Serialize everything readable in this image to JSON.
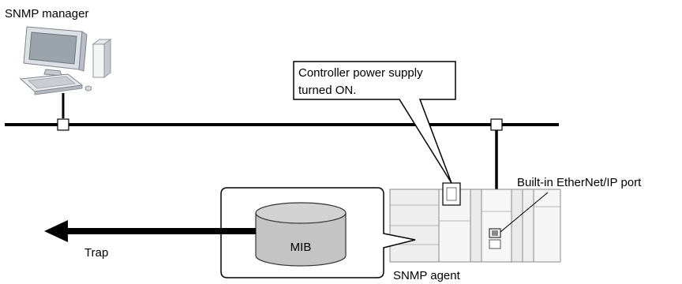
{
  "labels": {
    "manager": "SNMP manager",
    "callout_line1": "Controller power supply",
    "callout_line2": "turned ON.",
    "port": "Built-in EtherNet/IP port",
    "mib": "MIB",
    "trap": "Trap",
    "agent": "SNMP agent"
  },
  "colors": {
    "line": "#000000",
    "cylinder_fill": "#c4c4c4",
    "monitor_fill": "#dcdfe3",
    "screen_fill": "#9ba3ab",
    "plc_fill": "#f2f2f2",
    "plc_stroke": "#8a8a8a"
  },
  "icons": {
    "manager": "desktop-computer-icon",
    "agent": "plc-controller-icon",
    "database": "database-cylinder-icon",
    "arrow": "trap-arrow-icon"
  }
}
